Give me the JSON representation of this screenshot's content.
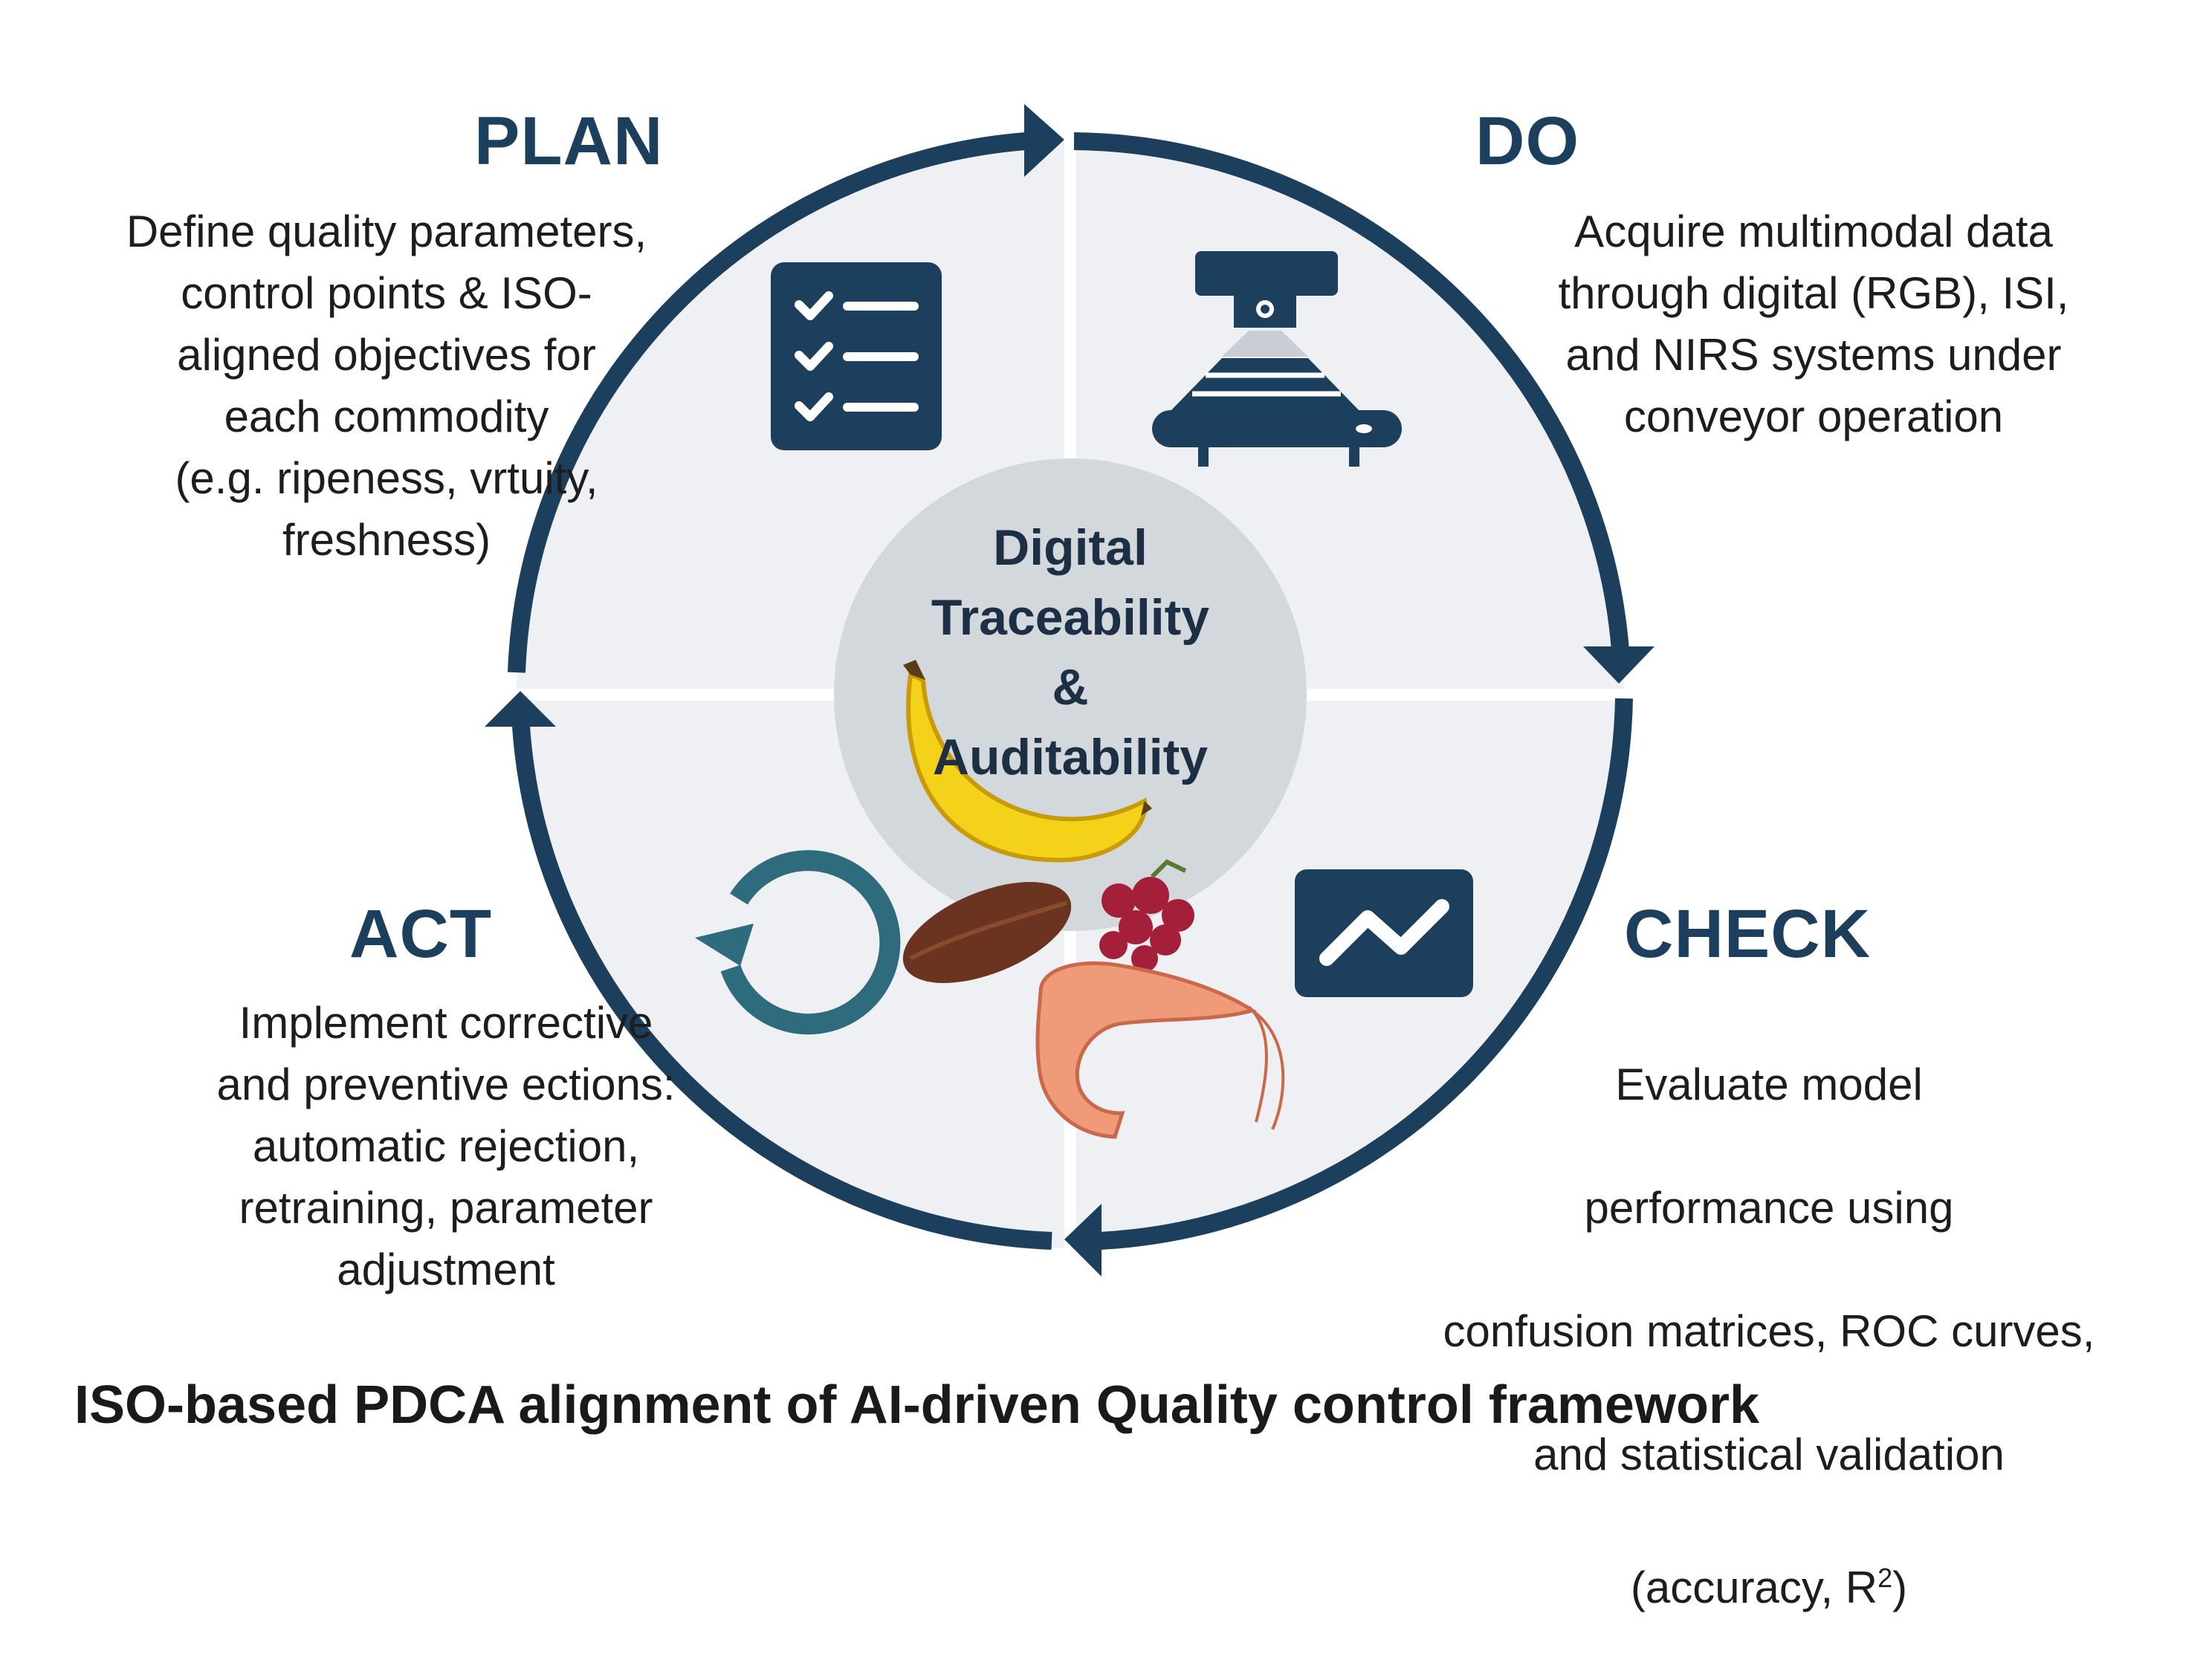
{
  "center": {
    "text": "Digital\nTraceability\n&\nAuditability"
  },
  "phases": {
    "plan": {
      "title": "PLAN",
      "description": "Define quality parameters,\ncontrol points & ISO-\naligned objectives for\neach commodity\n(e.g. ripeness, vrtuity,\nfreshness)"
    },
    "do": {
      "title": "DO",
      "description": "Acquire multimodal data\nthrough digital (RGB), ISI,\nand NIRS systems under\nconveyor operation"
    },
    "check": {
      "title": "CHECK",
      "description_lines": [
        "Evaluate model",
        "performance using",
        "confusion matrices, ROC curves,",
        "and statistical validation"
      ],
      "metric_prefix": "(accuracy, R",
      "metric_sup": "2",
      "metric_suffix": ")"
    },
    "act": {
      "title": "ACT",
      "description": "Implement corrective\nand preventive ections:\nautomatic rejection,\nretraining, parameter\nadjustment"
    }
  },
  "caption": "ISO-based PDCA alignment of AI-driven Quality control framework",
  "icons": {
    "plan": "checklist-icon",
    "do": "conveyor-scanner-icon",
    "check": "trend-chart-icon",
    "act": "refresh-cycle-icon",
    "commodities": [
      "banana-icon",
      "cocoa-pod-icon",
      "berries-icon",
      "shrimp-icon"
    ]
  },
  "colors": {
    "ring": "#1c3f5e",
    "quadrant": "#eef0f3",
    "center": "#d3d8dd",
    "icon": "#1c3f5e",
    "act_icon": "#2e6b7c"
  }
}
